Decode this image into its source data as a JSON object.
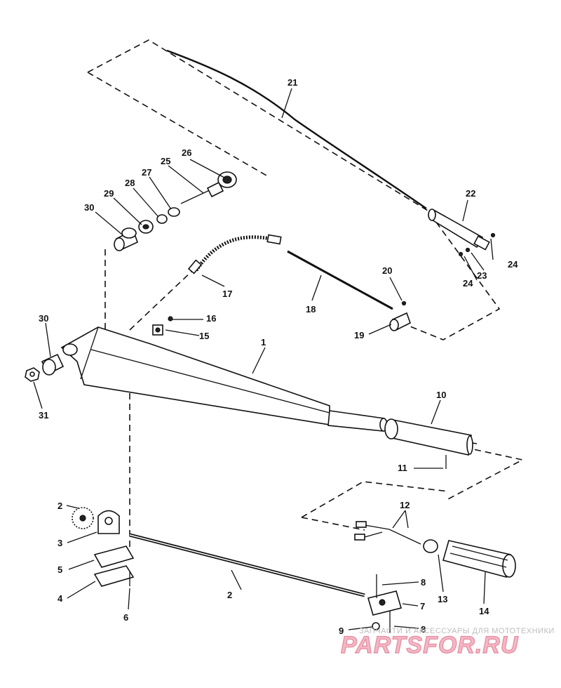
{
  "callouts": {
    "c1": "1",
    "c2a": "2",
    "c2b": "2",
    "c3": "3",
    "c4": "4",
    "c5": "5",
    "c6": "6",
    "c7": "7",
    "c8a": "8",
    "c8b": "8",
    "c9": "9",
    "c10": "10",
    "c11": "11",
    "c12": "12",
    "c13": "13",
    "c14": "14",
    "c15": "15",
    "c16": "16",
    "c17": "17",
    "c18": "18",
    "c19": "19",
    "c20": "20",
    "c21": "21",
    "c22": "22",
    "c23": "23",
    "c24a": "24",
    "c24b": "24",
    "c25": "25",
    "c26": "26",
    "c27": "27",
    "c28": "28",
    "c29": "29",
    "c30a": "30",
    "c30b": "30",
    "c31": "31"
  },
  "watermark": {
    "tagline": "ЗАПЧАСТИ И АКСЕССУАРЫ ДЛЯ МОТОТЕХНИКИ",
    "brand": "PARTSFOR.RU"
  }
}
